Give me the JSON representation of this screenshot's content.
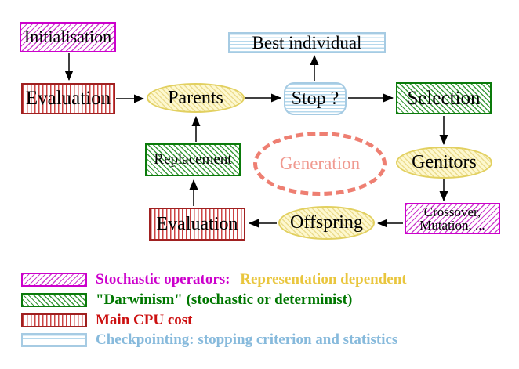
{
  "diagram": {
    "title_hint": "Evolutionary algorithm generation loop",
    "nodes": {
      "initialisation": {
        "label": "Initialisation"
      },
      "evaluation_top": {
        "label": "Evaluation"
      },
      "parents": {
        "label": "Parents"
      },
      "best_individual": {
        "label": "Best individual"
      },
      "stop": {
        "label": "Stop ?"
      },
      "selection": {
        "label": "Selection"
      },
      "replacement": {
        "label": "Replacement"
      },
      "generation": {
        "label": "Generation"
      },
      "genitors": {
        "label": "Genitors"
      },
      "crossover": {
        "line1": "Crossover,",
        "line2": "Mutation, ..."
      },
      "evaluation_bottom": {
        "label": "Evaluation"
      },
      "offspring": {
        "label": "Offspring"
      }
    },
    "edges": [
      "initialisation->evaluation_top",
      "evaluation_top->parents",
      "parents->stop",
      "stop->best_individual",
      "stop->selection",
      "selection->genitors",
      "genitors->crossover",
      "crossover->offspring",
      "offspring->evaluation_bottom",
      "evaluation_bottom->replacement",
      "replacement->parents"
    ],
    "legend": {
      "row1": {
        "text1": "Stochastic operators:",
        "text2": "Representation dependent"
      },
      "row2": {
        "text": "\"Darwinism\" (stochastic or determinist)"
      },
      "row3": {
        "text": "Main CPU cost"
      },
      "row4": {
        "text": "Checkpointing: stopping criterion and statistics"
      }
    },
    "colors": {
      "magenta": "#cc00cc",
      "green": "#007700",
      "red": "#cc1111",
      "cyan_text": "#87badc",
      "cyan_border": "#a6cbe3",
      "gold": "#e9c63e",
      "yellow_border": "#e2d060",
      "yellow_fill": "#fdf8d0",
      "salmon": "#ee7f72",
      "black": "#000000"
    }
  }
}
